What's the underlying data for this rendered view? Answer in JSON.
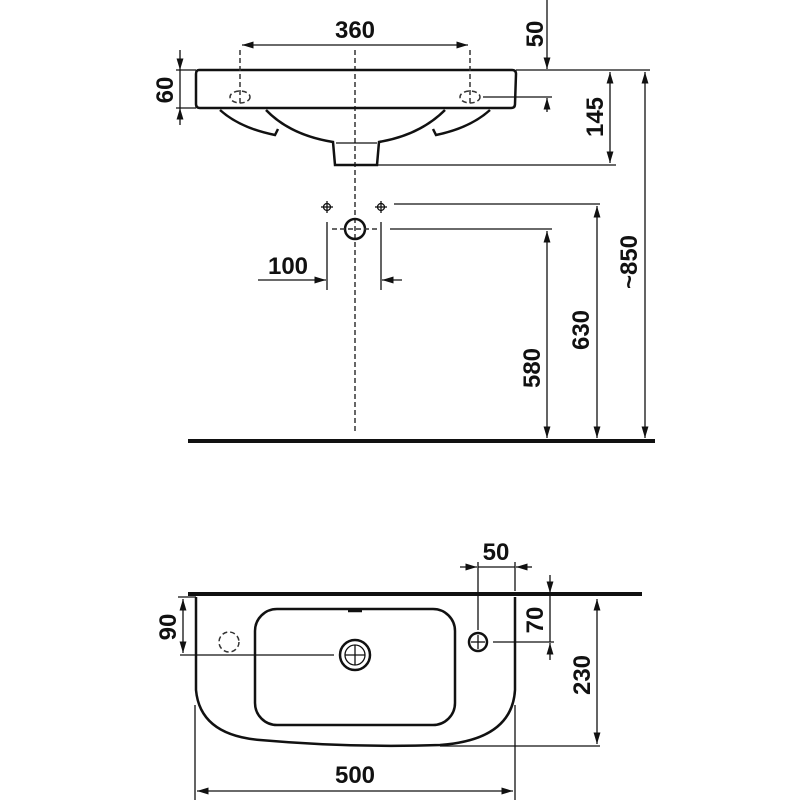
{
  "title": "Washbasin dimension drawing",
  "front_view": {
    "dim_tap_holes": "360",
    "dim_rim_height": "60",
    "dim_hole_from_top": "50",
    "dim_basin_depth": "145",
    "dim_total_height": "~850",
    "dim_supply_spacing": "100",
    "dim_supply_height": "630",
    "dim_waste_height": "580"
  },
  "top_view": {
    "dim_tap_from_edge": "50",
    "dim_tap_from_wall": "70",
    "dim_drain_from_wall": "90",
    "dim_projection": "230",
    "dim_width": "500"
  }
}
